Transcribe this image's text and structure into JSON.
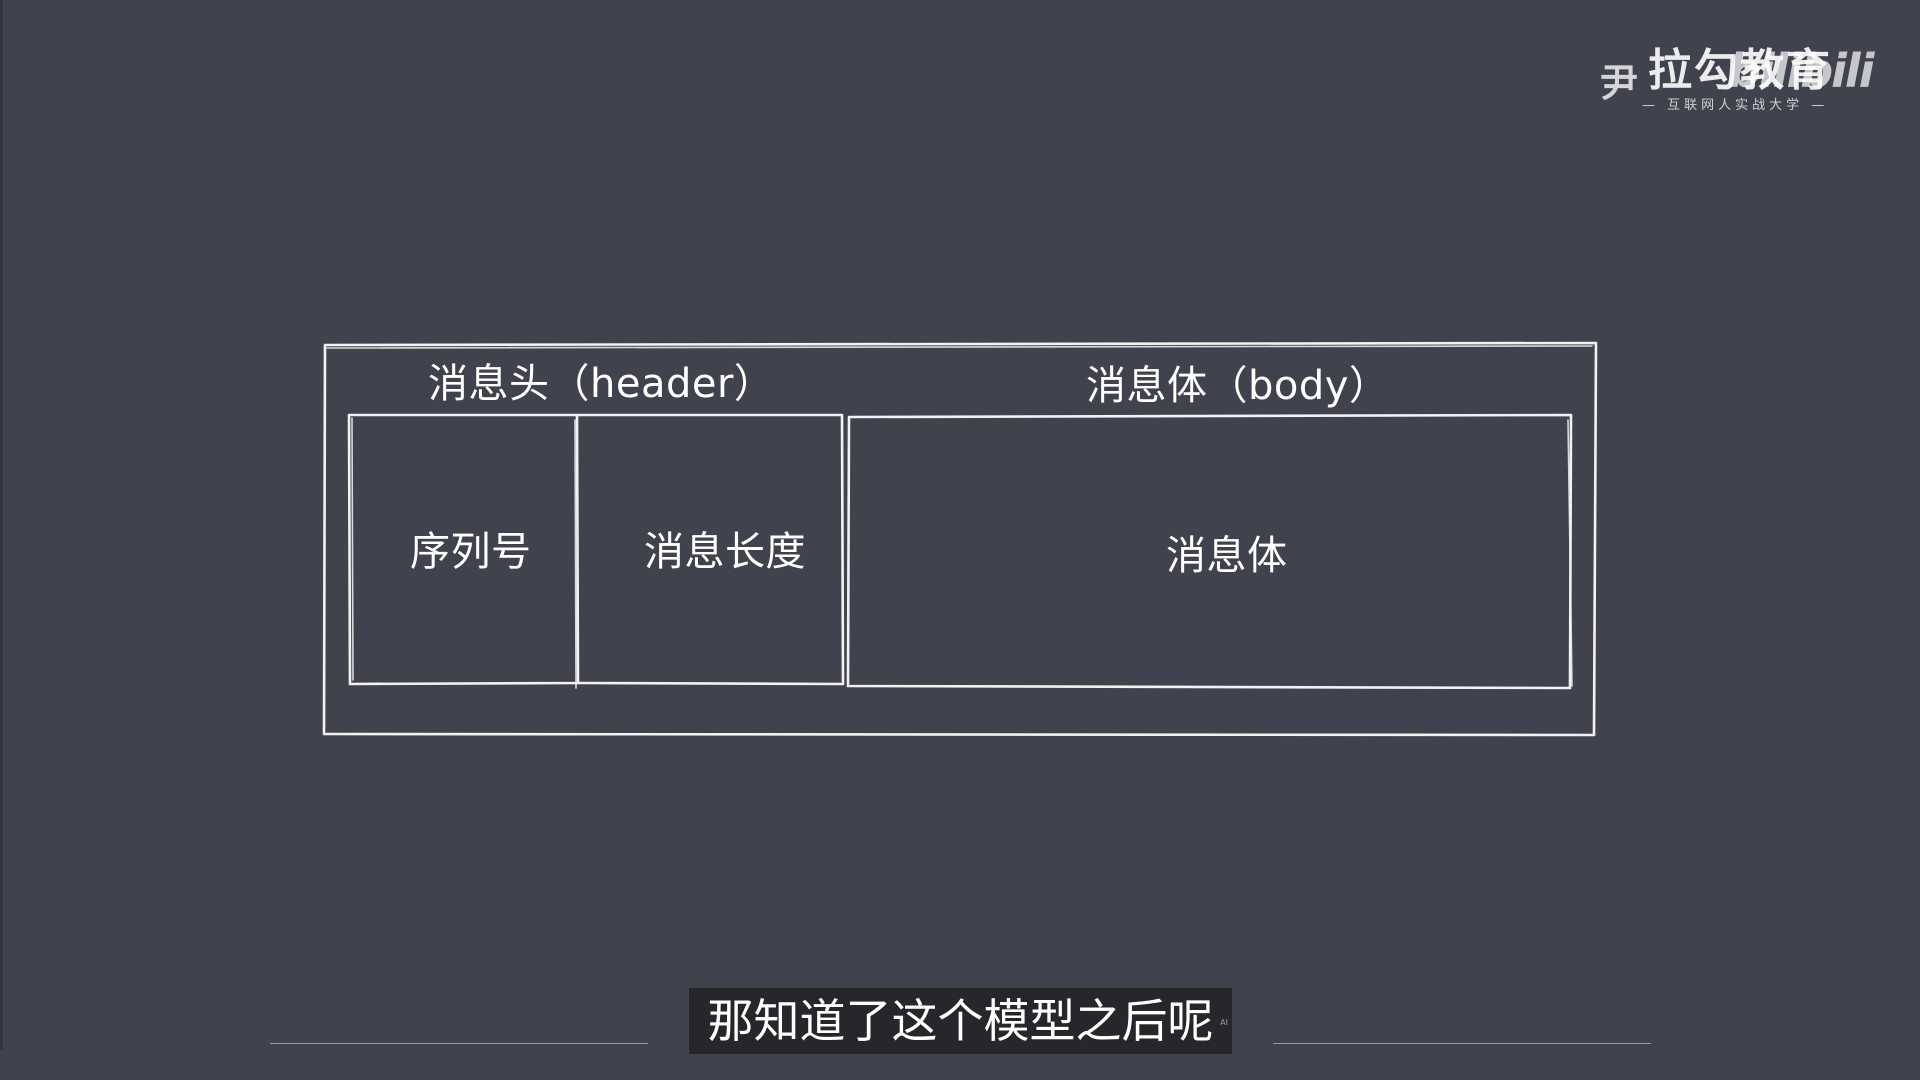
{
  "diagram": {
    "header_label": "消息头（header）",
    "body_label": "消息体（body）",
    "cells": {
      "sequence": "序列号",
      "length": "消息长度",
      "body": "消息体"
    }
  },
  "watermark": {
    "prefix": "尹",
    "brand": "拉勾教育",
    "bili": "bilibili",
    "slogan": "— 互联网人实战大学 —"
  },
  "subtitle": {
    "text": "那知道了这个模型之后呢",
    "ai_tag": "AI"
  },
  "colors": {
    "background": "#40434d",
    "stroke": "#f2f2f2",
    "subtitle_bg": "#26272b"
  }
}
